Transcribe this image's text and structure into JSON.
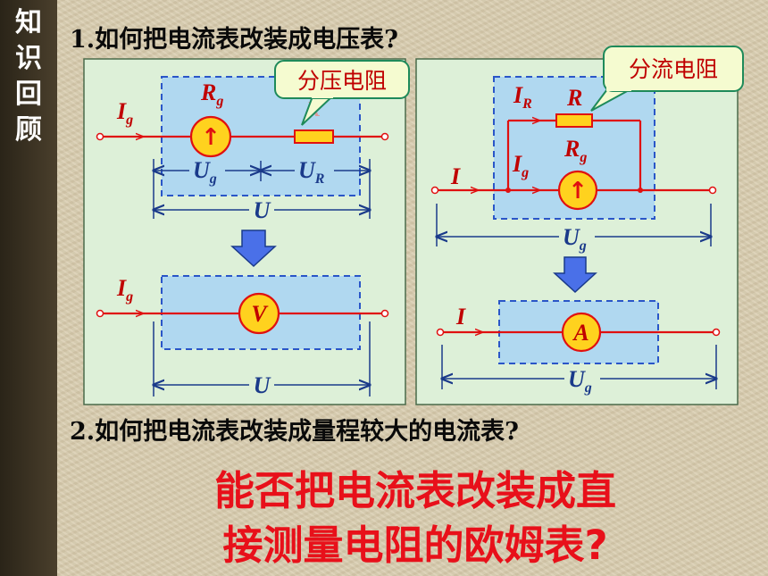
{
  "side_label": "知识回顾",
  "question1": "1.如何把电流表改装成电压表?",
  "question2": "2.如何把电流表改装成量程较大的电流表?",
  "big_question_line1": "能否把电流表改装成直",
  "big_question_line2": "接测量电阻的欧姆表?",
  "callouts": {
    "left": "分压电阻",
    "right": "分流电阻"
  },
  "voltage_diagram": {
    "current": "I",
    "current_sub": "g",
    "rg": "R",
    "rg_sub": "g",
    "r": "R",
    "ug": "U",
    "ug_sub": "g",
    "ur": "U",
    "ur_sub": "R",
    "u": "U",
    "meter_symbol": "↑",
    "result_current": "I",
    "result_current_sub": "g",
    "result_meter": "V",
    "result_u": "U"
  },
  "current_diagram": {
    "ir": "I",
    "ir_sub": "R",
    "r": "R",
    "rg": "R",
    "rg_sub": "g",
    "ig": "I",
    "ig_sub": "g",
    "i": "I",
    "meter_symbol": "↑",
    "ug": "U",
    "ug_sub": "g",
    "result_i": "I",
    "result_meter": "A",
    "result_ug": "U",
    "result_ug_sub": "g"
  },
  "colors": {
    "wire": "#e01010",
    "meter_fill": "#ffd21e",
    "label_text": "#c00000",
    "dim_line": "#1a3a8a",
    "panel_fill": "#ddf0d8",
    "box_fill": "#b0d8f0",
    "callout_fill": "#f5fbd0",
    "callout_border": "#1e8a5a",
    "arrow_fill": "#4a70e8"
  }
}
